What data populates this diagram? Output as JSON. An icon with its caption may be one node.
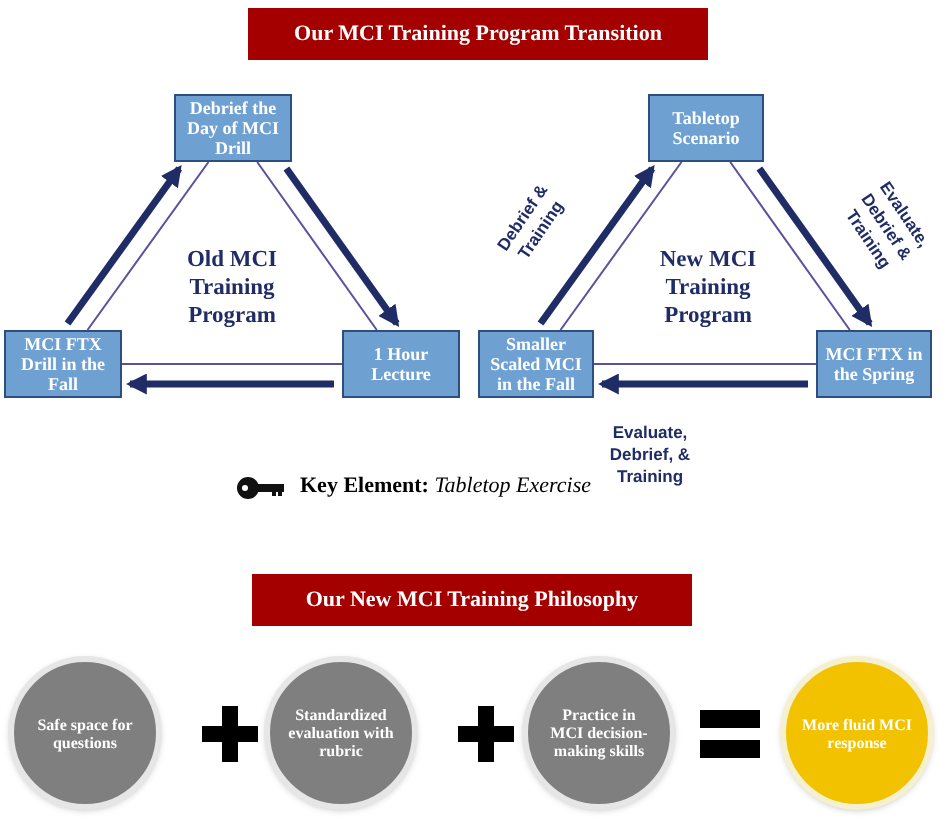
{
  "diagram": {
    "nodes": [
      {
        "text": [
          "Our MCI Training Program Transition"
        ]
      },
      {
        "text": [
          "Debrief the Day of MCI Drill"
        ]
      },
      {
        "text": [
          "MCI FTX Drill in the Fall"
        ]
      },
      {
        "text": [
          "1 Hour Lecture"
        ]
      },
      {
        "text": [
          "Tabletop Scenario"
        ]
      },
      {
        "text": [
          "Smaller Scaled MCI in the Fall"
        ]
      },
      {
        "text": [
          "MCI FTX in the Spring"
        ]
      },
      {
        "text": [
          "Our New MCI Training Philosophy"
        ]
      },
      {
        "text": [
          "Safe space for questions"
        ]
      },
      {
        "text": [
          "Standardized evaluation with rubric"
        ]
      },
      {
        "text": [
          "Practice in MCI decision-making skills"
        ]
      },
      {
        "text": [
          "More fluid MCI response"
        ]
      }
    ],
    "edges": [
      {
        "from": 2,
        "to": 1,
        "arrow": "to",
        "style": "thick",
        "color": "#1f2c66"
      },
      {
        "from": 1,
        "to": 3,
        "arrow": "to",
        "style": "thick",
        "color": "#1f2c66"
      },
      {
        "from": 3,
        "to": 2,
        "arrow": "to",
        "style": "thick",
        "color": "#1f2c66"
      },
      {
        "from": 1,
        "to": 2,
        "arrow": "none"
      },
      {
        "from": 1,
        "to": 3,
        "arrow": "none"
      },
      {
        "from": 2,
        "to": 3,
        "arrow": "none"
      },
      {
        "from": 5,
        "to": 4,
        "arrow": "to",
        "style": "thick",
        "color": "#1f2c66",
        "label": "Debrief & Training"
      },
      {
        "from": 4,
        "to": 6,
        "arrow": "to",
        "style": "thick",
        "color": "#1f2c66",
        "label": "Evaluate, Debrief & Training"
      },
      {
        "from": 6,
        "to": 5,
        "arrow": "to",
        "style": "thick",
        "color": "#1f2c66",
        "label": "Evaluate, Debrief, & Training"
      },
      {
        "from": 4,
        "to": 5,
        "arrow": "none"
      },
      {
        "from": 4,
        "to": 6,
        "arrow": "none"
      },
      {
        "from": 5,
        "to": 6,
        "arrow": "none"
      }
    ],
    "labels": [
      "Old MCI Training Program",
      "New MCI Training Program",
      "**Key Element:** *Tabletop Exercise*"
    ]
  }
}
